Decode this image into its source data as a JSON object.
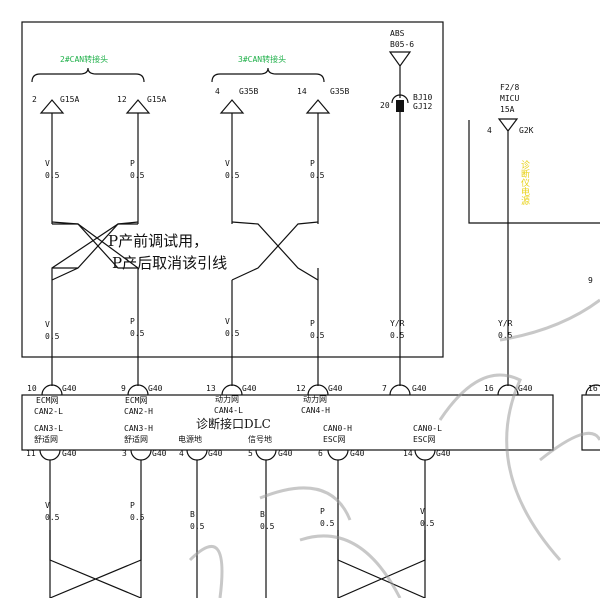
{
  "groups": {
    "g2": "2#CAN转接头",
    "g3": "3#CAN转接头"
  },
  "top_connectors": [
    {
      "pin": "2",
      "code": "G15A"
    },
    {
      "pin": "12",
      "code": "G15A"
    },
    {
      "pin": "4",
      "code": "G35B"
    },
    {
      "pin": "14",
      "code": "G35B"
    }
  ],
  "wires_top": [
    {
      "color": "V",
      "size": "0.5"
    },
    {
      "color": "P",
      "size": "0.5"
    },
    {
      "color": "V",
      "size": "0.5"
    },
    {
      "color": "P",
      "size": "0.5"
    }
  ],
  "wires_mid": [
    {
      "color": "V",
      "size": "0.5"
    },
    {
      "color": "P",
      "size": "0.5"
    },
    {
      "color": "V",
      "size": "0.5"
    },
    {
      "color": "P",
      "size": "0.5"
    },
    {
      "color": "Y/R",
      "size": "0.5"
    },
    {
      "color": "Y/R",
      "size": "0.5"
    }
  ],
  "note": {
    "line1": "P产前调试用，",
    "line2": "P产后取消该引线"
  },
  "abs": {
    "name": "ABS",
    "code": "B05-6",
    "pin": "20",
    "conn1": "BJ10",
    "conn2": "GJ12"
  },
  "micu": {
    "line1": "F2/8",
    "line2": "MICU",
    "line3": "15A",
    "pin": "4",
    "code": "G2K",
    "side_label": "诊断仪电源"
  },
  "side_num": "9",
  "dlc": {
    "title": "诊断接口DLC",
    "top_pins": [
      {
        "pin": "10",
        "code": "G40"
      },
      {
        "pin": "9",
        "code": "G40"
      },
      {
        "pin": "13",
        "code": "G40"
      },
      {
        "pin": "12",
        "code": "G40"
      },
      {
        "pin": "7",
        "code": "G40"
      },
      {
        "pin": "16",
        "code": "G40"
      },
      {
        "pin": "16"
      }
    ],
    "labels_top": [
      {
        "l1": "ECM网",
        "l2": "CAN2-L"
      },
      {
        "l1": "ECM网",
        "l2": "CAN2-H"
      },
      {
        "l1": "动力网",
        "l2": "CAN4-L"
      },
      {
        "l1": "动力网",
        "l2": "CAN4-H"
      }
    ],
    "labels_bottom": [
      {
        "l1": "CAN3-L",
        "l2": "舒适网"
      },
      {
        "l1": "CAN3-H",
        "l2": "舒适网"
      },
      {
        "l1": "",
        "l2": "电源地"
      },
      {
        "l1": "",
        "l2": "信号地"
      },
      {
        "l1": "CAN0-H",
        "l2": "ESC网"
      },
      {
        "l1": "CAN0-L",
        "l2": "ESC网"
      }
    ],
    "bottom_pins": [
      {
        "pin": "11",
        "code": "G40"
      },
      {
        "pin": "3",
        "code": "G40"
      },
      {
        "pin": "4",
        "code": "G40"
      },
      {
        "pin": "5",
        "code": "G40"
      },
      {
        "pin": "6",
        "code": "G40"
      },
      {
        "pin": "14",
        "code": "G40"
      }
    ]
  },
  "wires_bottom": [
    {
      "color": "V",
      "size": "0.5"
    },
    {
      "color": "P",
      "size": "0.5"
    },
    {
      "color": "B",
      "size": "0.5"
    },
    {
      "color": "B",
      "size": "0.5"
    },
    {
      "color": "P",
      "size": "0.5"
    },
    {
      "color": "V",
      "size": "0.5"
    }
  ]
}
